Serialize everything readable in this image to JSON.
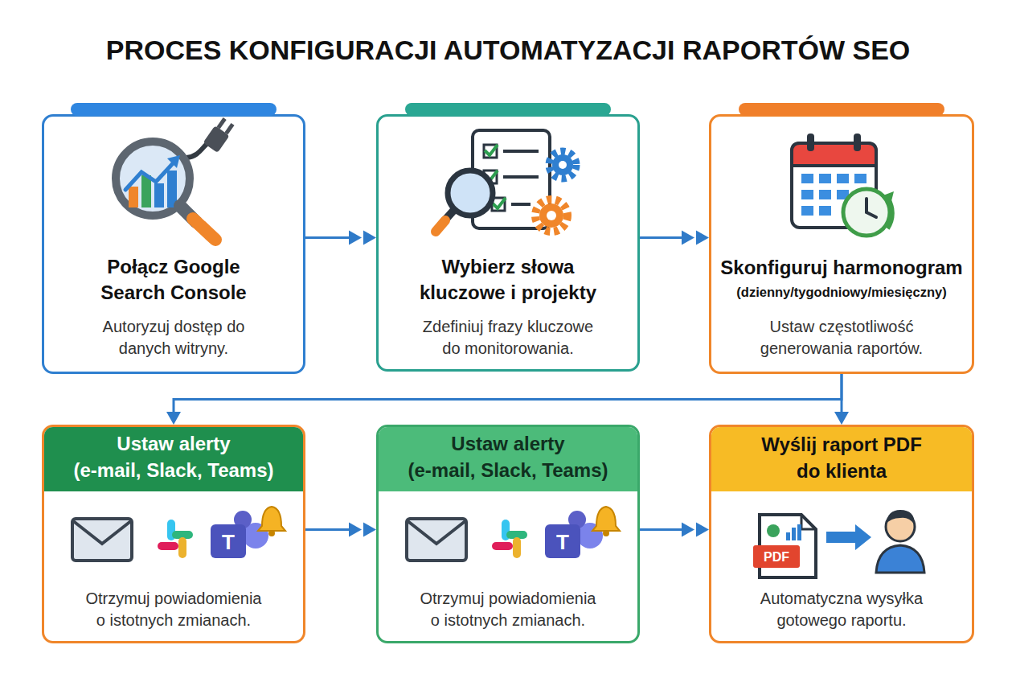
{
  "diagram": {
    "title": "PROCES KONFIGURACJI AUTOMATYZACJI RAPORTÓW SEO",
    "nodes": [
      {
        "text": [
          "Połącz Google Search Console",
          "Autoryzuj dostęp do danych witryny."
        ]
      },
      {
        "text": [
          "Wybierz słowa kluczowe i projekty",
          "Zdefiniuj frazy kluczowe do monitorowania."
        ]
      },
      {
        "text": [
          "Skonfiguruj harmonogram",
          "(dzienny/tygodniowy/miesięczny)",
          "Ustaw częstotliwość generowania raportów."
        ]
      },
      {
        "text": [
          "Ustaw alerty",
          "(e-mail, Slack, Teams)",
          "Otrzymuj powiadomienia o istotnych zmianach."
        ]
      },
      {
        "text": [
          "Ustaw alerty",
          "(e-mail, Slack, Teams)",
          "Otrzymuj powiadomienia o istotnych zmianach."
        ]
      },
      {
        "text": [
          "Wyślij raport PDF do klienta",
          "Automatyczna wysyłka gotowego raportu."
        ]
      }
    ],
    "edges": [
      {
        "from": 0,
        "to": 1,
        "arrow": "to"
      },
      {
        "from": 1,
        "to": 2,
        "arrow": "to"
      },
      {
        "from": 2,
        "to": 3,
        "arrow": "to"
      },
      {
        "from": 2,
        "to": 5,
        "arrow": "to"
      },
      {
        "from": 3,
        "to": 4,
        "arrow": "to"
      },
      {
        "from": 4,
        "to": 5,
        "arrow": "to"
      }
    ],
    "labels": [
      "T",
      "T",
      "PDF"
    ]
  }
}
